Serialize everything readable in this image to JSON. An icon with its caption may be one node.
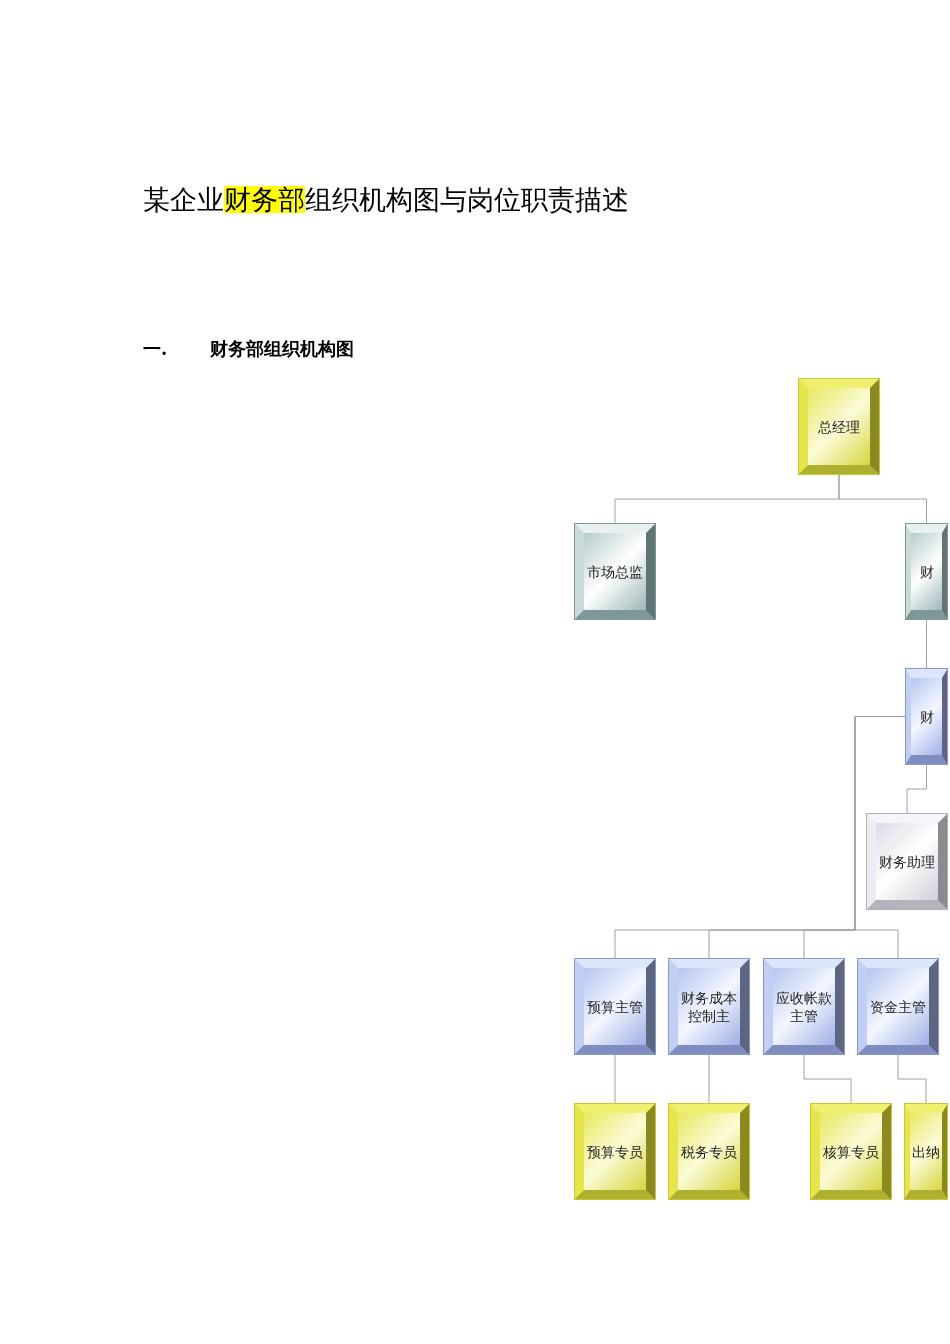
{
  "diagram": {
    "title": "某企业财务部组织机构图与岗位职责描述",
    "nodes": [
      {
        "text": [
          "总经理"
        ]
      },
      {
        "text": [
          "市场总监"
        ]
      },
      {
        "text": [
          "财"
        ]
      },
      {
        "text": [
          "财"
        ]
      },
      {
        "text": [
          "财务助理"
        ]
      },
      {
        "text": [
          "预算主管"
        ]
      },
      {
        "text": [
          "财务成本控制主"
        ]
      },
      {
        "text": [
          "应收帐款主管"
        ]
      },
      {
        "text": [
          "资金主管"
        ]
      },
      {
        "text": [
          "预算专员"
        ]
      },
      {
        "text": [
          "税务专员"
        ]
      },
      {
        "text": [
          "核算专员"
        ]
      },
      {
        "text": [
          "出纳"
        ]
      }
    ],
    "edges": [
      {
        "from": 0,
        "to": 1,
        "arrow": "none"
      },
      {
        "from": 0,
        "to": 2,
        "arrow": "none"
      },
      {
        "from": 2,
        "to": 3,
        "arrow": "none"
      },
      {
        "from": 3,
        "to": 4,
        "arrow": "none"
      },
      {
        "from": 3,
        "to": 5,
        "arrow": "none"
      },
      {
        "from": 3,
        "to": 6,
        "arrow": "none"
      },
      {
        "from": 3,
        "to": 7,
        "arrow": "none"
      },
      {
        "from": 3,
        "to": 8,
        "arrow": "none"
      },
      {
        "from": 5,
        "to": 9,
        "arrow": "none"
      },
      {
        "from": 6,
        "to": 10,
        "arrow": "none"
      },
      {
        "from": 7,
        "to": 11,
        "arrow": "none"
      },
      {
        "from": 8,
        "to": 12,
        "arrow": "none"
      }
    ],
    "labels": [
      "一.",
      "财务部组织机构图"
    ]
  }
}
